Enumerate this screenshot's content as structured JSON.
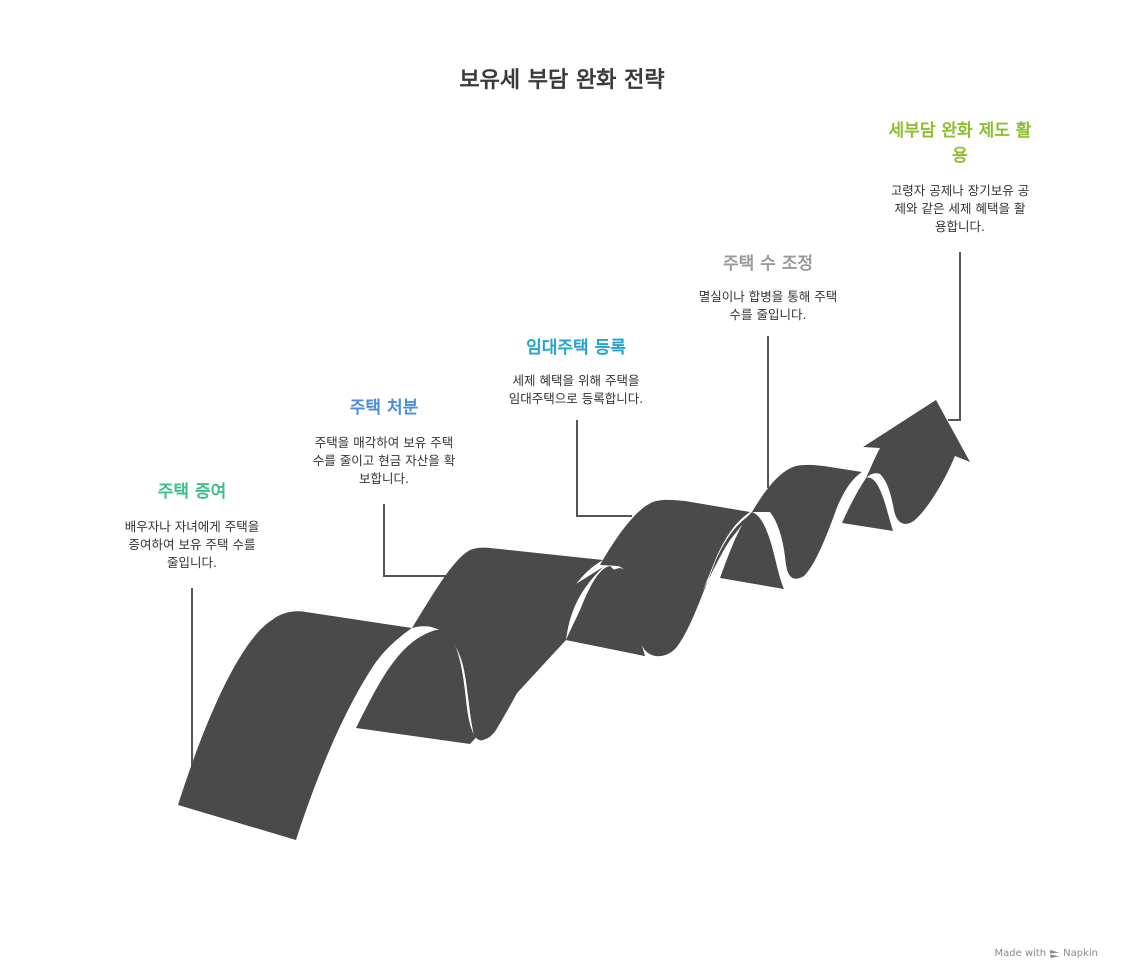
{
  "title": "보유세 부담 완화 전략",
  "steps": [
    {
      "title": "주택 증여",
      "desc_lines": [
        "배우자나 자녀에게 주택을",
        "증여하여 보유 주택 수를",
        "줄입니다."
      ],
      "color": "#3dbf86"
    },
    {
      "title": "주택 처분",
      "desc_lines": [
        "주택을 매각하여 보유 주택",
        "수를 줄이고 현금 자산을 확",
        "보합니다."
      ],
      "color": "#4a8fd8"
    },
    {
      "title": "임대주택 등록",
      "desc_lines": [
        "세제 혜택을 위해 주택을",
        "임대주택으로 등록합니다."
      ],
      "color": "#23a4cf"
    },
    {
      "title": "주택 수 조정",
      "desc_lines": [
        "멸실이나 합병을 통해 주택",
        "수를 줄입니다."
      ],
      "color": "#9a9a9a"
    },
    {
      "title_lines": [
        "세부담 완화 제도 활",
        "용"
      ],
      "desc_lines": [
        "고령자 공제나 장기보유 공",
        "제와 같은 세제 혜택을 활",
        "용합니다."
      ],
      "color": "#8cbf2f"
    }
  ],
  "footer": {
    "made_with": "Made with",
    "brand": "Napkin"
  },
  "road_color": "#4a4a4a"
}
